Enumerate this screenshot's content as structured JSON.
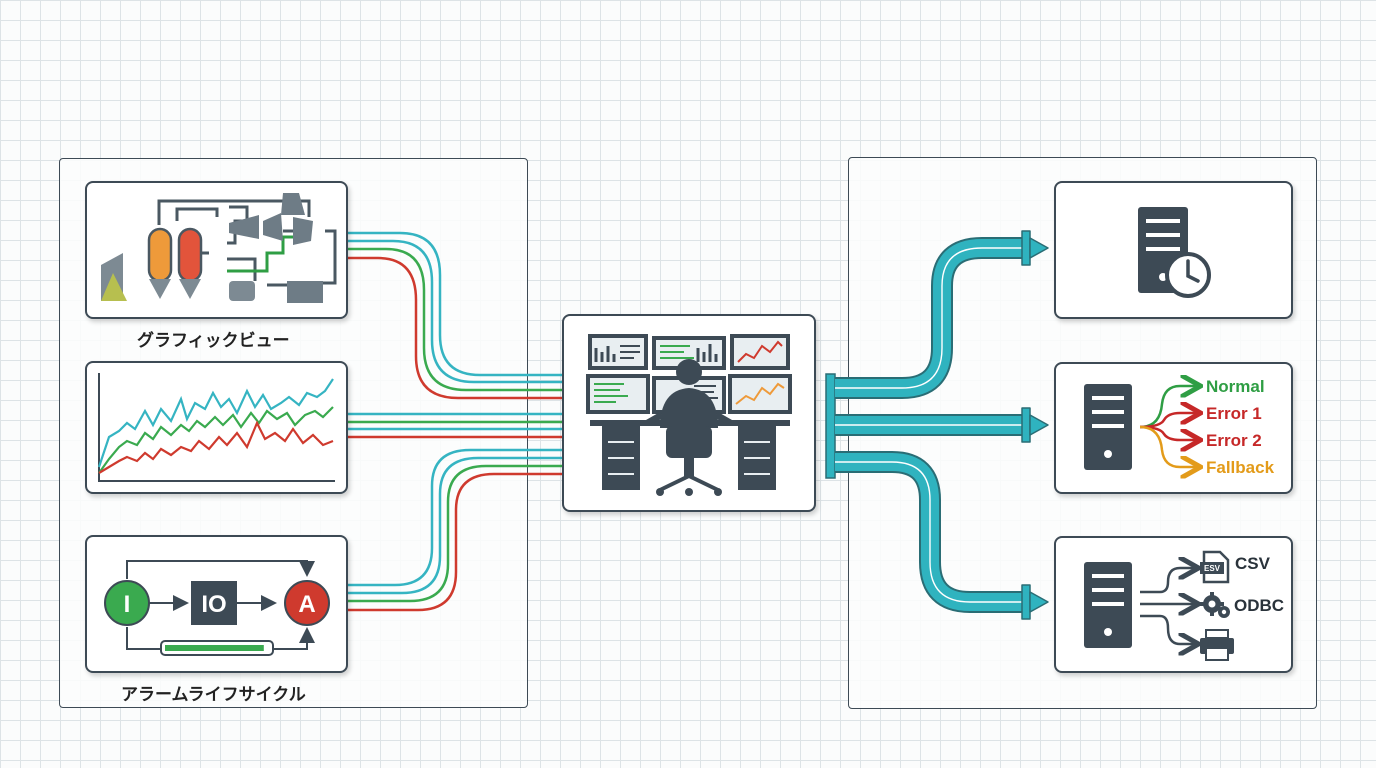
{
  "captions": {
    "graphic_view": "グラフィックビュー",
    "alarm_lifecycle": "アラームライフサイクル"
  },
  "alarm_states": {
    "initial": "I",
    "io": "IO",
    "active": "A",
    "progress": 0.95
  },
  "routing": {
    "labels": [
      "Normal",
      "Error 1",
      "Error 2",
      "Fallback"
    ],
    "colors": [
      "#2f9e44",
      "#c62828",
      "#c62828",
      "#e39b1a"
    ]
  },
  "export": {
    "formats": [
      "CSV",
      "ODBC"
    ],
    "file_icon_text": "ESV"
  },
  "colors": {
    "cyan": "#35b4c2",
    "green": "#3aaa4f",
    "red": "#cf3a2e",
    "dark": "#3d4a55",
    "pipe": "#2fb3bf",
    "orange": "#ee9a3a"
  }
}
